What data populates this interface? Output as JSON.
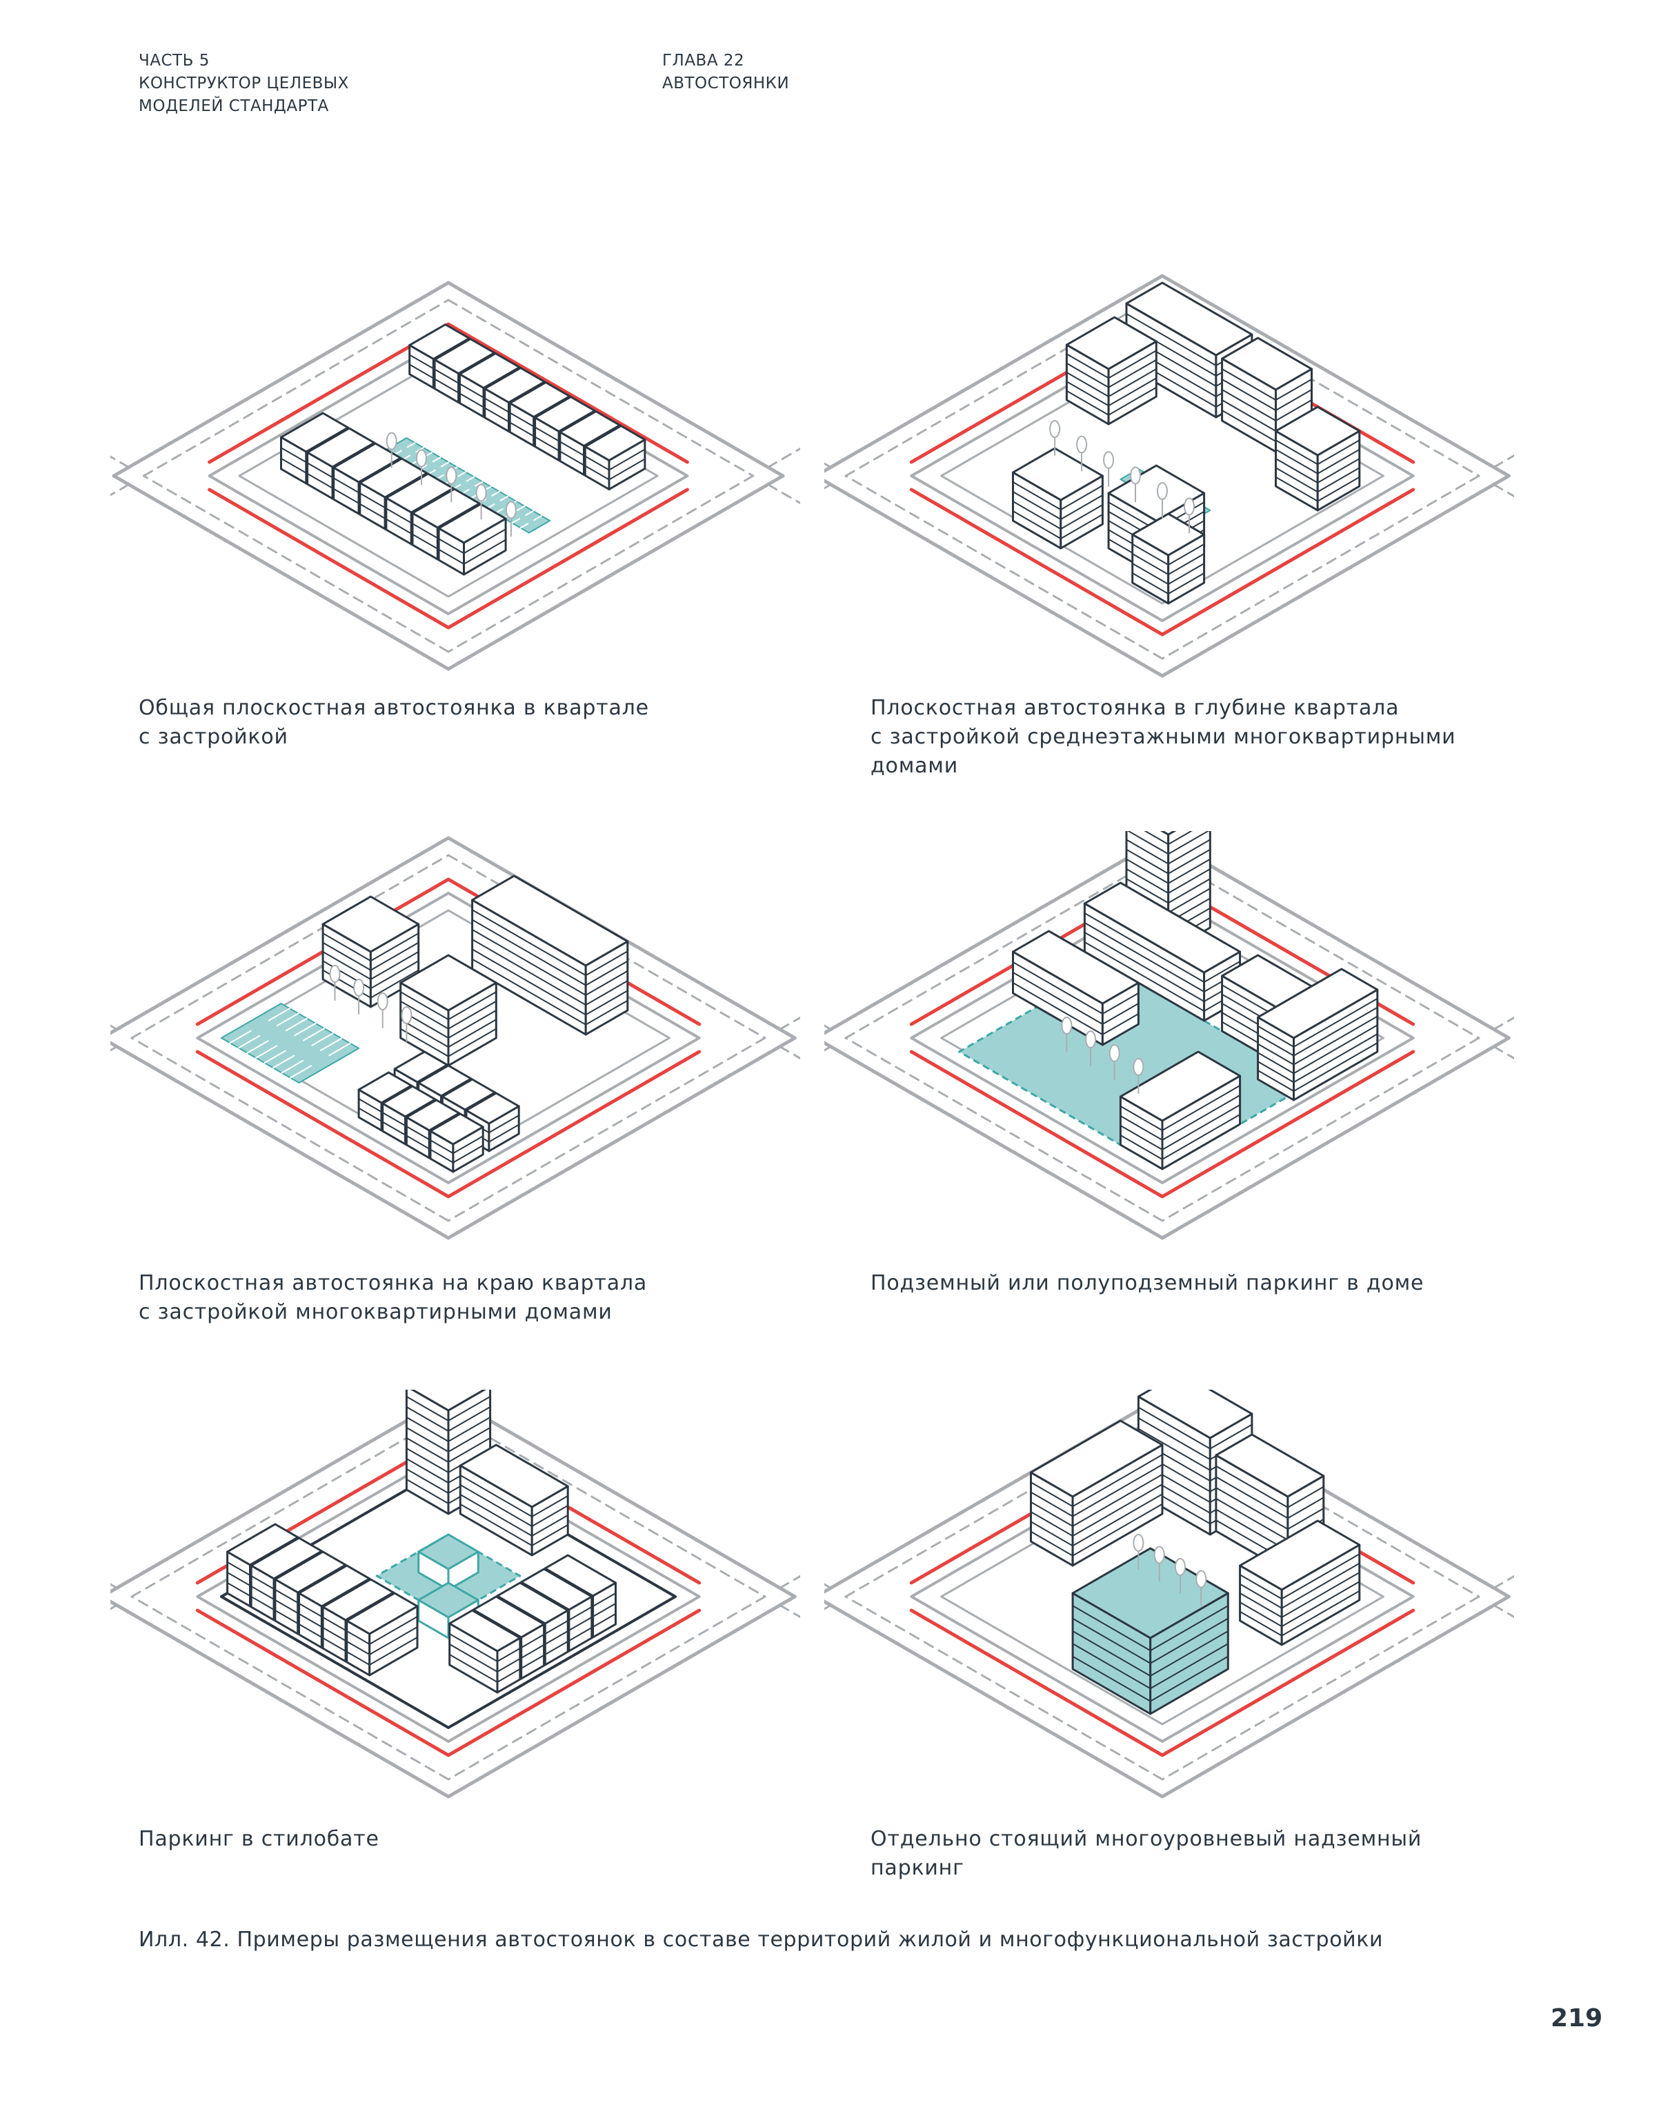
{
  "header": {
    "left": [
      "ЧАСТЬ 5",
      "КОНСТРУКТОР ЦЕЛЕВЫХ",
      "МОДЕЛЕЙ СТАНДАРТА"
    ],
    "right": [
      "ГЛАВА 22",
      "АВТОСТОЯНКИ"
    ]
  },
  "diagrams": [
    {
      "caption": [
        "Общая плоскостная автостоянка в квартале",
        "с застройкой"
      ]
    },
    {
      "caption": [
        "Плоскостная автостоянка в глубине квартала",
        "с застройкой среднеэтажными многоквартирными",
        "домами"
      ]
    },
    {
      "caption": [
        "Плоскостная автостоянка на краю квартала",
        "с застройкой многоквартирными домами"
      ]
    },
    {
      "caption": [
        "Подземный или полуподземный паркинг в доме"
      ]
    },
    {
      "caption": [
        "Паркинг в стилобате"
      ]
    },
    {
      "caption": [
        "Отдельно стоящий многоуровневый надземный",
        "паркинг"
      ]
    }
  ],
  "figure_caption": "Илл. 42. Примеры размещения автостоянок в составе территорий жилой и многофункциональной застройки",
  "page_number": "219",
  "colors": {
    "line": "#2b3742",
    "road": "#a9adb1",
    "boundary": "#e8423f",
    "parking": "#9fd3d3",
    "parking_stroke": "#3fa7a7"
  }
}
